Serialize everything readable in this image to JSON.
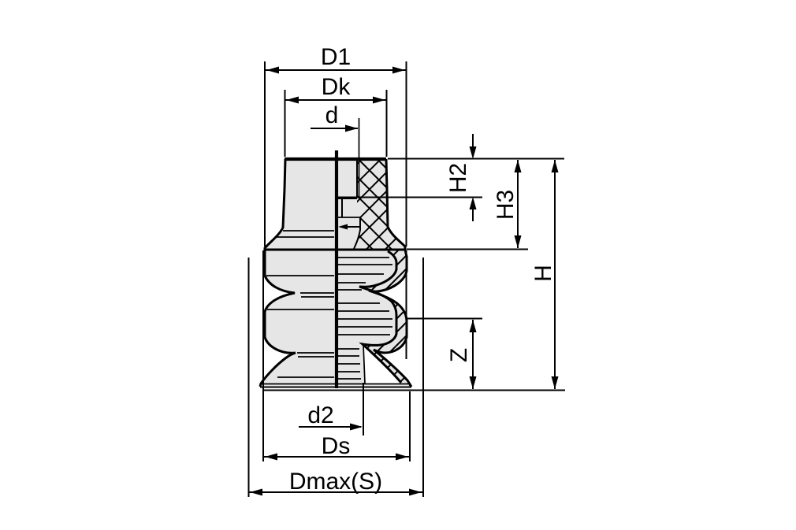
{
  "drawing": {
    "type": "technical-dimension-drawing",
    "subject": "bellows suction cup, left half exterior view, right half cross-section",
    "labels": {
      "d1": "D1",
      "dk": "Dk",
      "d": "d",
      "h2": "H2",
      "h3": "H3",
      "h": "H",
      "z": "Z",
      "d2": "d2",
      "ds": "Ds",
      "dmax": "Dmax(S)"
    },
    "colors": {
      "background": "#ffffff",
      "line": "#000000",
      "body_fill": "#e6e6e6"
    }
  }
}
